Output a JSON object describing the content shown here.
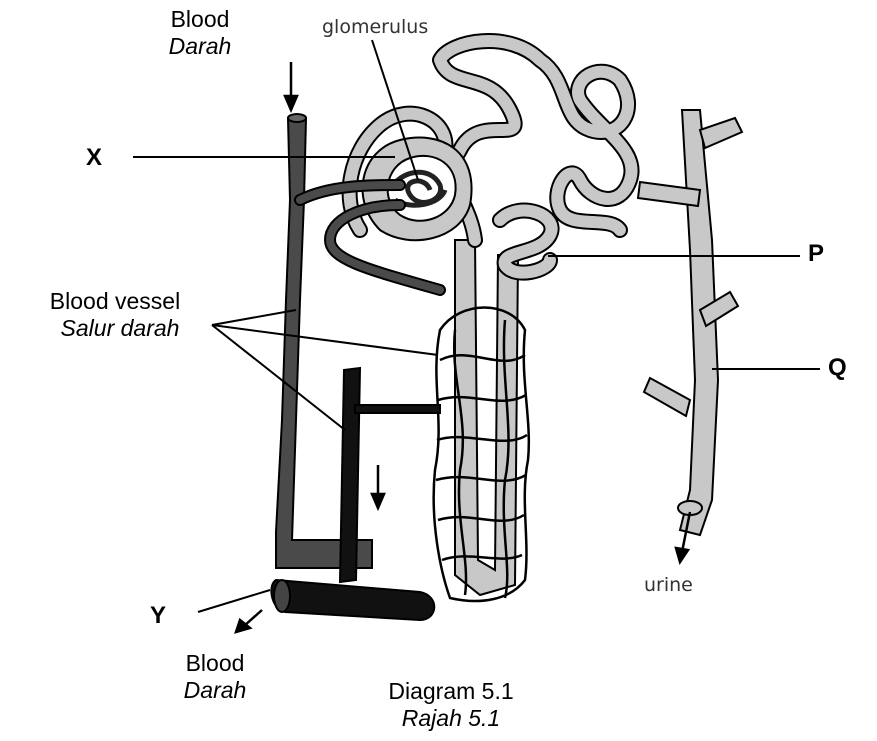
{
  "labels": {
    "blood_top_en": "Blood",
    "blood_top_ms": "Darah",
    "glomerulus": "glomerulus",
    "x": "X",
    "p": "P",
    "q": "Q",
    "y": "Y",
    "vessel_en": "Blood vessel",
    "vessel_ms": "Salur darah",
    "urine": "urine",
    "blood_bottom_en": "Blood",
    "blood_bottom_ms": "Darah"
  },
  "caption": {
    "en": "Diagram 5.1",
    "ms": "Rajah 5.1"
  },
  "colors": {
    "vessel_dark": "#4a4a4a",
    "vessel_black": "#111111",
    "tubule_light": "#c8c8c8",
    "outline": "#000000"
  }
}
